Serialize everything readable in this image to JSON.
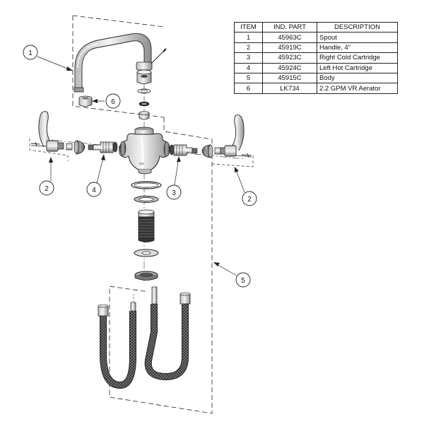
{
  "table": {
    "headers": [
      "ITEM",
      "IND. PART",
      "DESCRIPTION"
    ],
    "rows": [
      {
        "item": "1",
        "part": "45963C",
        "description": "Spout"
      },
      {
        "item": "2",
        "part": "45919C",
        "description": "Handle, 4\""
      },
      {
        "item": "3",
        "part": "45923C",
        "description": "Right Cold Cartridge"
      },
      {
        "item": "4",
        "part": "45924C",
        "description": "Left Hot Cartridge"
      },
      {
        "item": "5",
        "part": "45915C",
        "description": "Body"
      },
      {
        "item": "6",
        "part": "LK734",
        "description": "2.2 GPM VR Aerator"
      }
    ]
  },
  "callouts": {
    "spout": "1",
    "handle_left": "2",
    "handle_right": "2",
    "cold_cartridge": "3",
    "hot_cartridge": "4",
    "body": "5",
    "aerator": "6"
  },
  "body_logo": "T&S"
}
